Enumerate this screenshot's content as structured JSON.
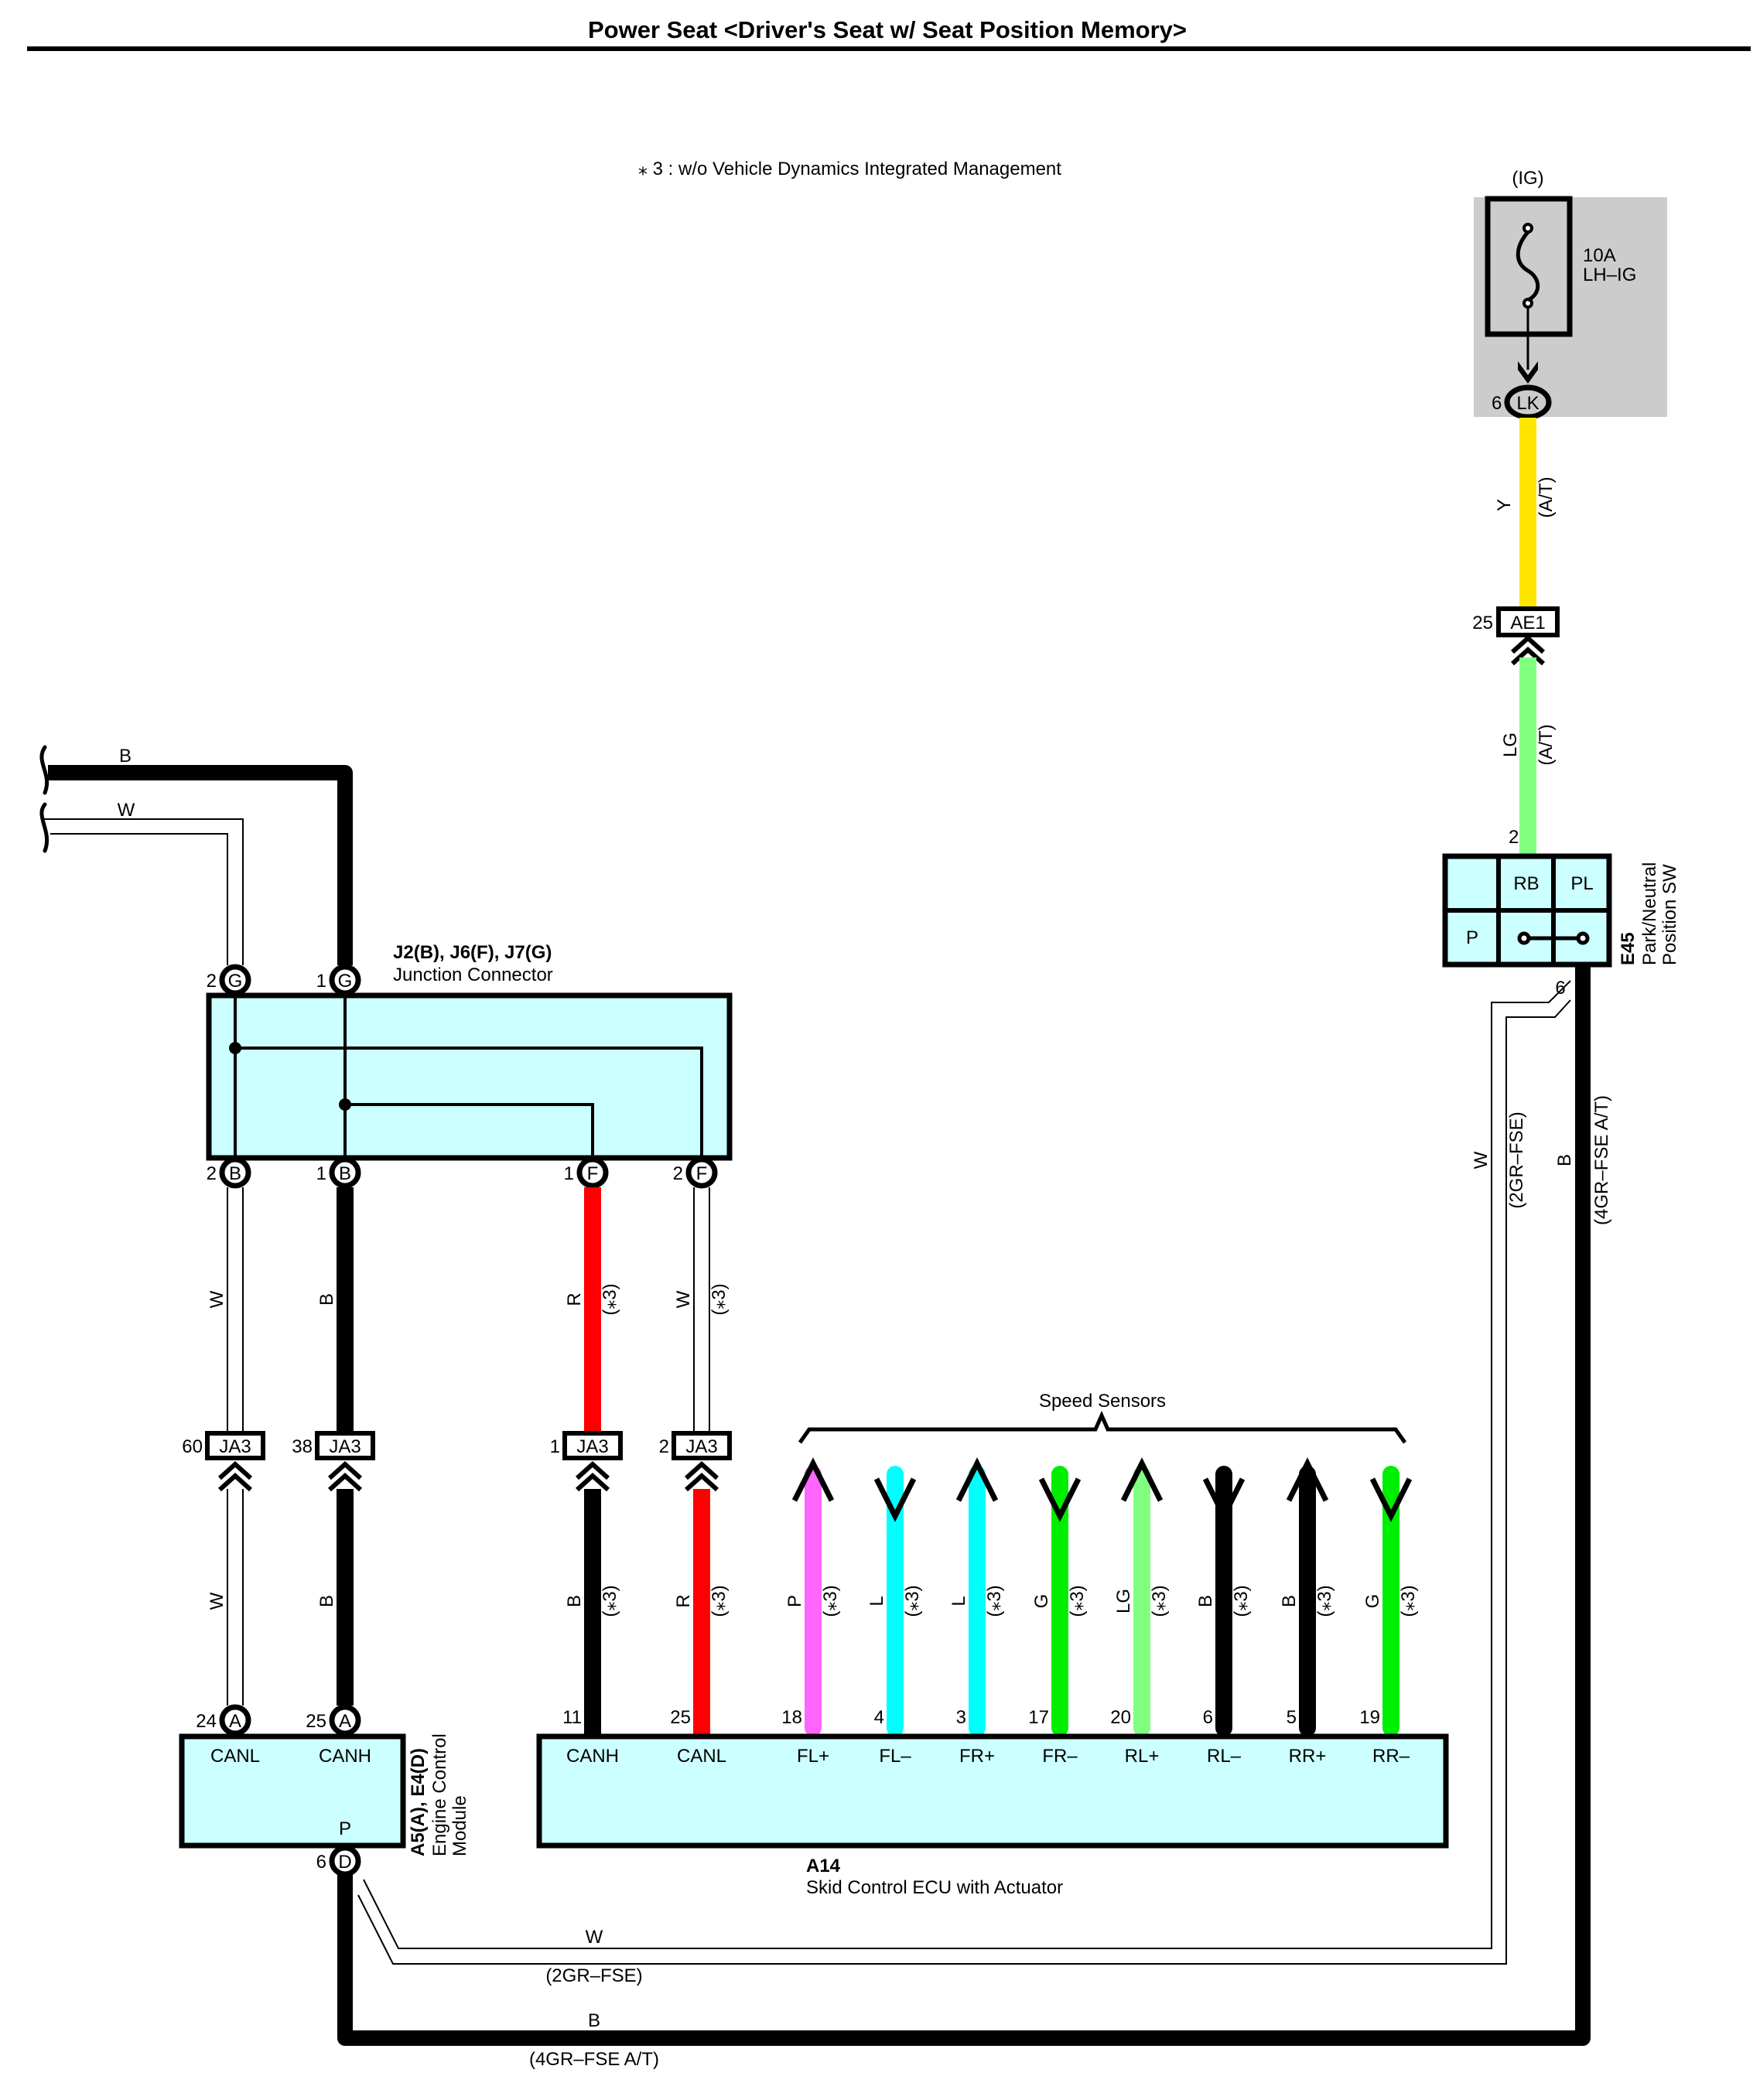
{
  "title": "Power Seat <Driver's Seat w/ Seat Position Memory>",
  "note": "⁎ 3 : w/o Vehicle Dynamics Integrated Management",
  "colors": {
    "box_fill": "#ccffff",
    "fuse_bg": "#cccccc",
    "B": "#000000",
    "W": "#ffffff",
    "R": "#ff0000",
    "Y": "#ffe600",
    "LG": "#80ff80",
    "G": "#00ee00",
    "L": "#00ffff",
    "P": "#ff66ff"
  },
  "fuse": {
    "source": "(IG)",
    "rating": "10A",
    "name": "LH–IG",
    "connector_pin": "6",
    "connector_id": "LK"
  },
  "wire_y": {
    "color": "Y",
    "cond": "(A/T)"
  },
  "ae1": {
    "pin": "25",
    "id": "AE1"
  },
  "wire_lg": {
    "color": "LG",
    "cond": "(A/T)"
  },
  "e45": {
    "id": "E45",
    "name_line1": "Park/Neutral",
    "name_line2": "Position SW",
    "top_pin": "2",
    "bottom_pin": "6",
    "cells": [
      "",
      "RB",
      "PL",
      "P"
    ]
  },
  "e45_out": {
    "w_color": "W",
    "w_cond": "(2GR–FSE)",
    "b_color": "B",
    "b_cond": "(4GR–FSE A/T)"
  },
  "top_left_wires": {
    "b": "B",
    "w": "W"
  },
  "junction": {
    "id": "J2(B), J6(F), J7(G)",
    "name": "Junction Connector",
    "top_pins": [
      {
        "num": "2",
        "id": "G"
      },
      {
        "num": "1",
        "id": "G"
      }
    ],
    "bottom_pins": [
      {
        "num": "2",
        "id": "B"
      },
      {
        "num": "1",
        "id": "B"
      },
      {
        "num": "1",
        "id": "F"
      },
      {
        "num": "2",
        "id": "F"
      }
    ]
  },
  "upper_wires": [
    {
      "color": "W",
      "cond": ""
    },
    {
      "color": "B",
      "cond": ""
    },
    {
      "color": "R",
      "cond": "(⁎3)"
    },
    {
      "color": "W",
      "cond": "(⁎3)"
    }
  ],
  "ja3": [
    {
      "pin": "60",
      "id": "JA3"
    },
    {
      "pin": "38",
      "id": "JA3"
    },
    {
      "pin": "1",
      "id": "JA3"
    },
    {
      "pin": "2",
      "id": "JA3"
    }
  ],
  "lower_wires": [
    {
      "color": "W",
      "cond": ""
    },
    {
      "color": "B",
      "cond": ""
    },
    {
      "color": "B",
      "cond": "(⁎3)"
    },
    {
      "color": "R",
      "cond": "(⁎3)"
    }
  ],
  "speed_sensors": {
    "label": "Speed Sensors",
    "wires": [
      {
        "color": "P",
        "cond": "(⁎3)",
        "pin": "18",
        "term": "FL+",
        "dir": "up"
      },
      {
        "color": "L",
        "cond": "(⁎3)",
        "pin": "4",
        "term": "FL–",
        "dir": "down"
      },
      {
        "color": "L",
        "cond": "(⁎3)",
        "pin": "3",
        "term": "FR+",
        "dir": "up"
      },
      {
        "color": "G",
        "cond": "(⁎3)",
        "pin": "17",
        "term": "FR–",
        "dir": "down"
      },
      {
        "color": "LG",
        "cond": "(⁎3)",
        "pin": "20",
        "term": "RL+",
        "dir": "up"
      },
      {
        "color": "B",
        "cond": "(⁎3)",
        "pin": "6",
        "term": "RL–",
        "dir": "down"
      },
      {
        "color": "B",
        "cond": "(⁎3)",
        "pin": "5",
        "term": "RR+",
        "dir": "up"
      },
      {
        "color": "G",
        "cond": "(⁎3)",
        "pin": "19",
        "term": "RR–",
        "dir": "down"
      }
    ]
  },
  "ecm": {
    "id": "A5(A), E4(D)",
    "name_line1": "Engine Control",
    "name_line2": "Module",
    "pins": [
      {
        "num": "24",
        "id": "A",
        "term": "CANL"
      },
      {
        "num": "25",
        "id": "A",
        "term": "CANH"
      }
    ],
    "bottom_pin": {
      "num": "6",
      "id": "D",
      "term": "P"
    }
  },
  "ecu": {
    "id": "A14",
    "name": "Skid Control ECU with Actuator",
    "can_pins": [
      {
        "num": "11",
        "term": "CANH"
      },
      {
        "num": "25",
        "term": "CANL"
      }
    ]
  },
  "bottom_wires": {
    "w_color": "W",
    "w_cond": "(2GR–FSE)",
    "b_color": "B",
    "b_cond": "(4GR–FSE A/T)"
  }
}
